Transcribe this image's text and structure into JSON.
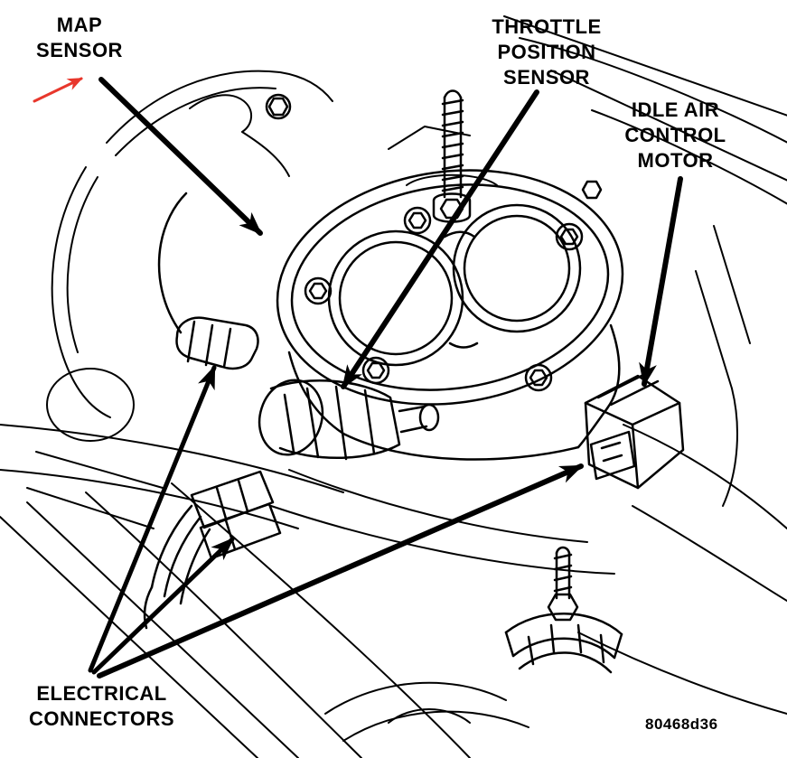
{
  "figure": {
    "code": "80468d36",
    "background_color": "#ffffff",
    "line_color": "#000000",
    "highlight_arrow_color": "#e8372c",
    "description": "Throttle body engine line-art diagram with sensor callouts"
  },
  "labels": {
    "map_sensor": {
      "lines": [
        "MAP",
        "SENSOR"
      ]
    },
    "throttle_position_sensor": {
      "lines": [
        "THROTTLE",
        "POSITION",
        "SENSOR"
      ]
    },
    "idle_air_control_motor": {
      "lines": [
        "IDLE AIR",
        "CONTROL",
        "MOTOR"
      ]
    },
    "electrical_connectors": {
      "lines": [
        "ELECTRICAL",
        "CONNECTORS"
      ]
    }
  },
  "annotations": {
    "pointer_arrows": [
      {
        "name": "map-sensor-arrow",
        "color": "#000000"
      },
      {
        "name": "throttle-position-sensor-arrow",
        "color": "#000000"
      },
      {
        "name": "idle-air-control-motor-arrow",
        "color": "#000000"
      },
      {
        "name": "electrical-connectors-arrow-upper",
        "color": "#000000"
      },
      {
        "name": "electrical-connectors-arrow-lower",
        "color": "#000000"
      },
      {
        "name": "electrical-connectors-arrow-right",
        "color": "#000000"
      },
      {
        "name": "red-highlight-arrow",
        "color": "#e8372c"
      }
    ]
  }
}
